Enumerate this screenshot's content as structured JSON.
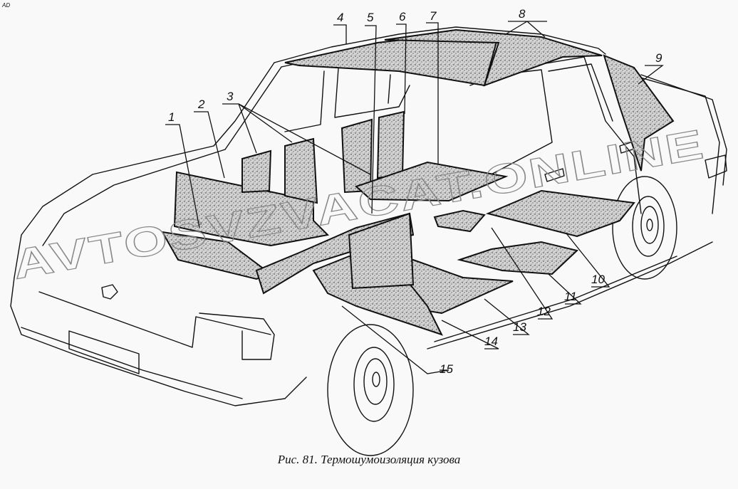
{
  "figure": {
    "corner_mark": "AD",
    "caption": "Рис. 81. Термошумоизоляция кузова",
    "watermark": "AVTOSVZVACAT.ONLINE",
    "subject": "car-body-thermal-noise-insulation",
    "callouts": [
      {
        "num": "1"
      },
      {
        "num": "2"
      },
      {
        "num": "3"
      },
      {
        "num": "4"
      },
      {
        "num": "5"
      },
      {
        "num": "6"
      },
      {
        "num": "7"
      },
      {
        "num": "8"
      },
      {
        "num": "9"
      },
      {
        "num": "10"
      },
      {
        "num": "11"
      },
      {
        "num": "12"
      },
      {
        "num": "13"
      },
      {
        "num": "14"
      },
      {
        "num": "15"
      }
    ]
  },
  "colors": {
    "background": "#f9f9f9",
    "ink": "#111111",
    "watermark": "#888888"
  }
}
